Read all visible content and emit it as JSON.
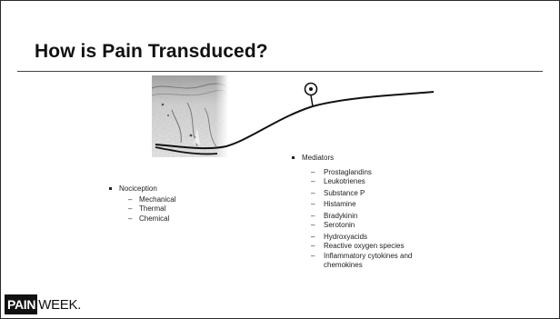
{
  "slide": {
    "title": "How is Pain Transduced?",
    "nociception": {
      "label": "Nociception",
      "items": [
        "Mechanical",
        "Thermal",
        "Chemical"
      ]
    },
    "mediators": {
      "label": "Mediators",
      "items": [
        "Prostaglandins",
        "Leukotrienes",
        "Substance P",
        "Histamine",
        "Bradykinin",
        "Serotonin",
        "Hydroxyacids",
        "Reactive oxygen species",
        "Inflammatory cytokines and",
        "chemokines"
      ]
    }
  },
  "logo": {
    "part1": "PAIN",
    "part2": "WEEK."
  }
}
